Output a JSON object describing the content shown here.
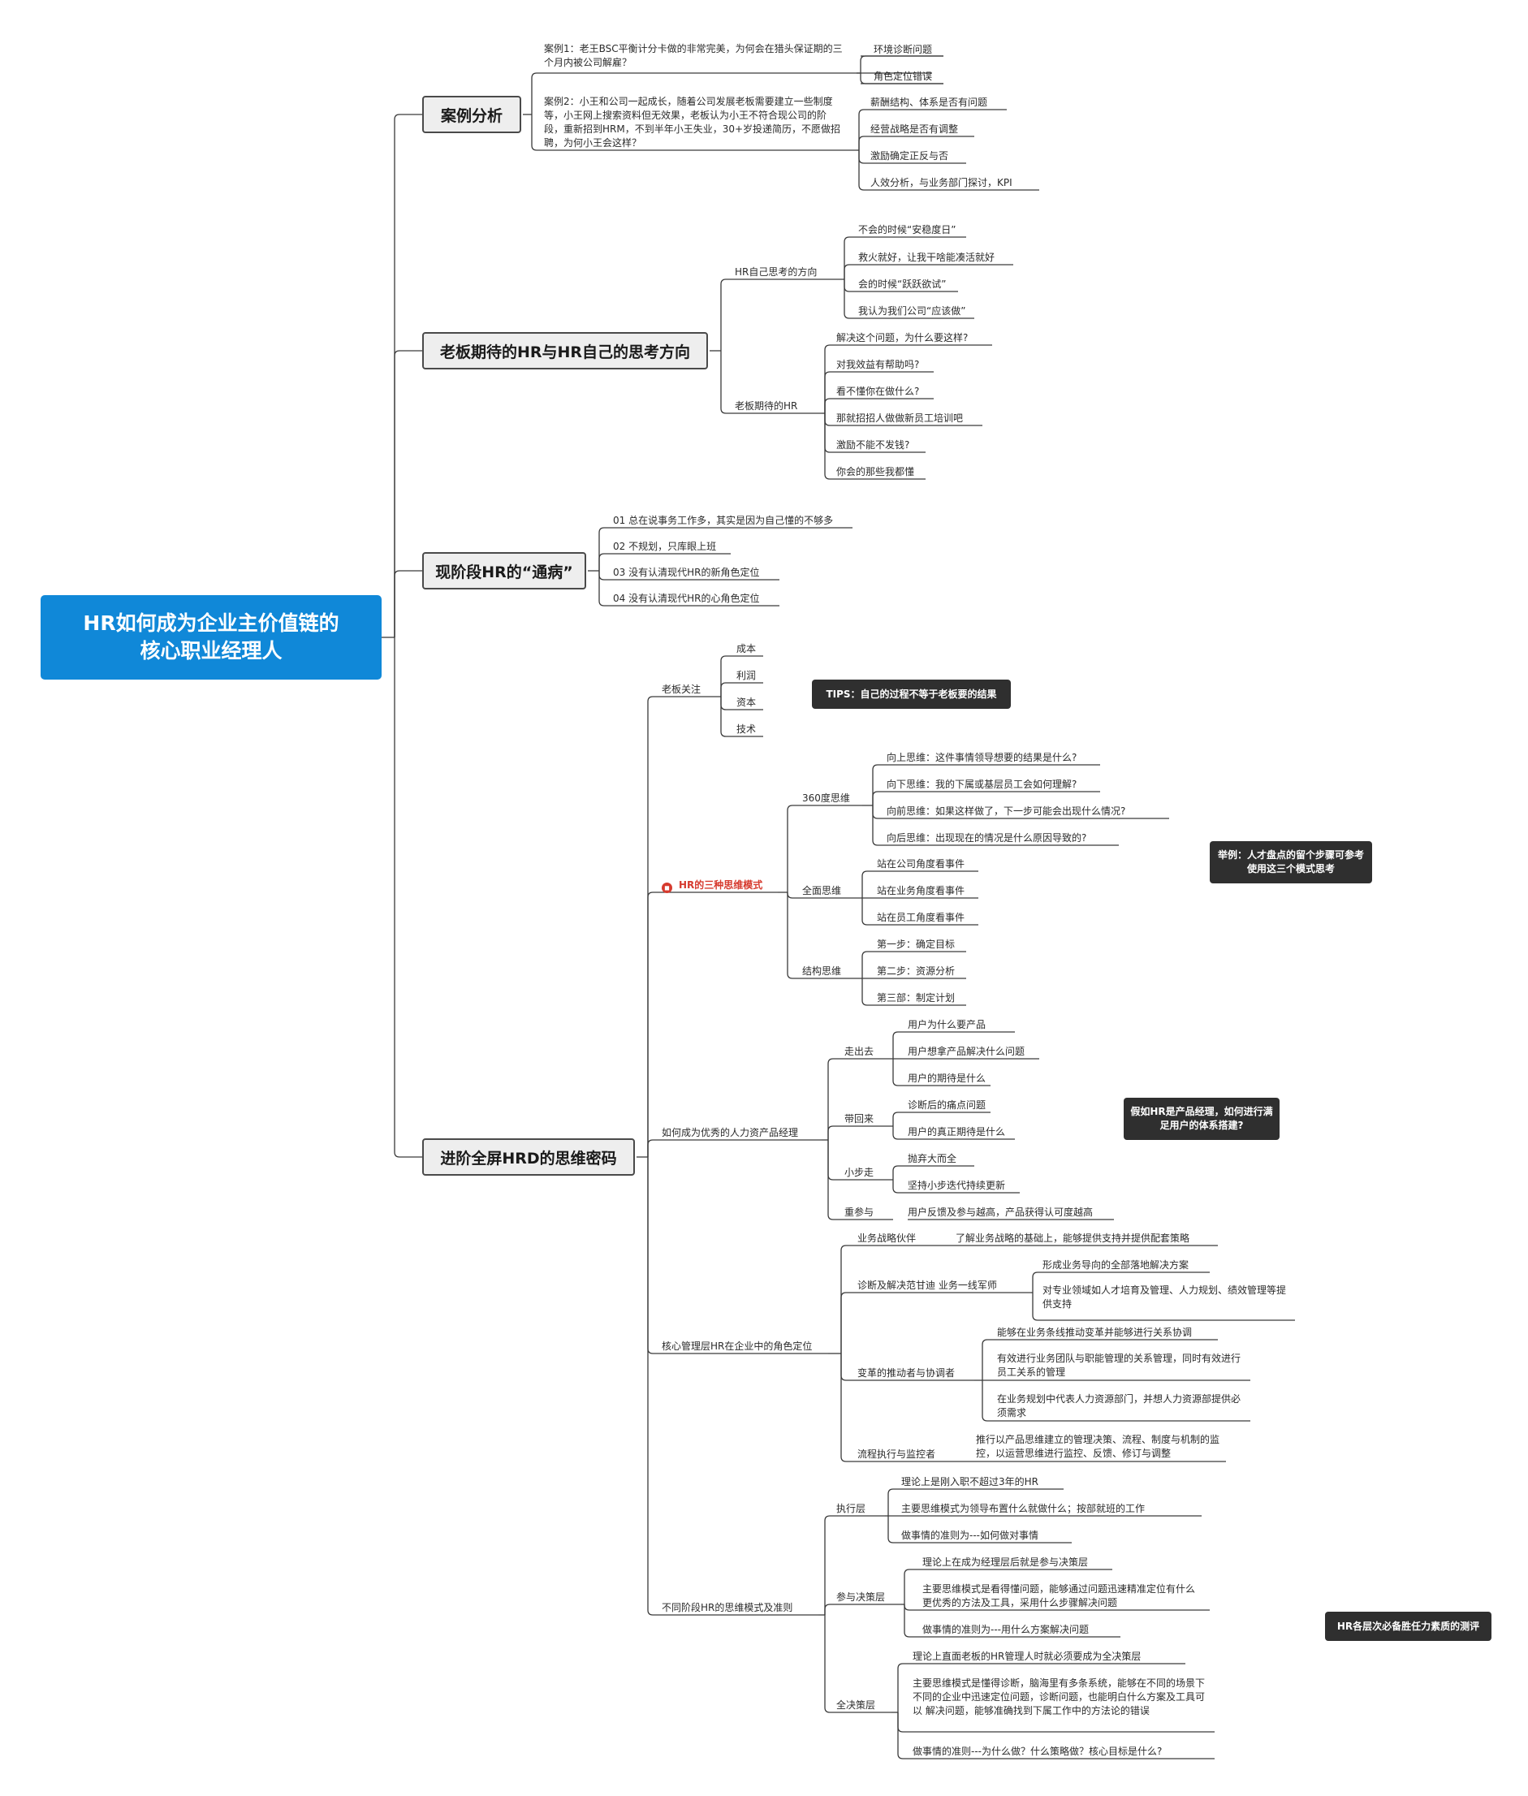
{
  "root": {
    "line1": "HR如何成为企业主价值链的",
    "line2": "核心职业经理人"
  },
  "s1": {
    "title": "案例分析",
    "case1": "案例1：老王BSC平衡计分卡做的非常完美，为何会在猎头保证期的三个月内被公司解雇？",
    "case1_items": [
      "环境诊断问题",
      "角色定位错误"
    ],
    "case2": "案例2：小王和公司一起成长，随着公司发展老板需要建立一些制度等，小王网上搜索资料但无效果，老板认为小王不符合现公司的阶段，重新招到HRM，不到半年小王失业，30+岁投递简历，不愿做招聘，为何小王会这样？",
    "case2_items": [
      "薪酬结构、体系是否有问题",
      "经营战略是否有调整",
      "激励确定正反与否",
      "人效分析，与业务部门探讨，KPI"
    ]
  },
  "s2": {
    "title": "老板期待的HR与HR自己的思考方向",
    "hr_self": "HR自己思考的方向",
    "hr_self_items": [
      "不会的时候“安稳度日”",
      "救火就好，让我干啥能凑活就好",
      "会的时候“跃跃欲试”",
      "我认为我们公司“应该做”"
    ],
    "boss": "老板期待的HR",
    "boss_items": [
      "解决这个问题，为什么要这样?",
      "对我效益有帮助吗?",
      "看不懂你在做什么?",
      "那就招招人做做新员工培训吧",
      "激励不能不发钱?",
      "你会的那些我都懂"
    ]
  },
  "s3": {
    "title": "现阶段HR的“通病”",
    "items": [
      "01 总在说事务工作多，其实是因为自己懂的不够多",
      "02 不规划，只库眼上班",
      "03 没有认清现代HR的新角色定位",
      "04 没有认清现代HR的心角色定位"
    ]
  },
  "s4": {
    "title": "进阶全屏HRD的思维密码",
    "boss_focus": "老板关注",
    "boss_focus_items": [
      "成本",
      "利润",
      "资本",
      "技术"
    ],
    "tips": "TIPS：自己的过程不等于老板要的结果",
    "modes": "HR的三种思维模式",
    "m360": "360度思维",
    "m360_items": [
      "向上思维：这件事情领导想要的结果是什么?",
      "向下思维：我的下属或基层员工会如何理解?",
      "向前思维：如果这样做了，下一步可能会出现什么情况?",
      "向后思维：出现现在的情况是什么原因导致的?"
    ],
    "mall": "全面思维",
    "mall_items": [
      "站在公司角度看事件",
      "站在业务角度看事件",
      "站在员工角度看事件"
    ],
    "mstruct": "结构思维",
    "mstruct_items": [
      "第一步：确定目标",
      "第二步：资源分析",
      "第三部：制定计划"
    ],
    "example": "举例：人才盘点的留个步骤可参考使用这三个模式思考",
    "product": "如何成为优秀的人力资产品经理",
    "go_out": "走出去",
    "go_out_items": [
      "用户为什么要产品",
      "用户想拿产品解决什么问题",
      "用户的期待是什么"
    ],
    "bring_back": "带回来",
    "bring_back_items": [
      "诊断后的痛点问题",
      "用户的真正期待是什么"
    ],
    "small_step": "小步走",
    "small_step_items": [
      "抛弃大而全",
      "坚持小步迭代持续更新"
    ],
    "participate": "重参与",
    "participate_item": "用户反馈及参与越高，产品获得认可度越高",
    "product_note": "假如HR是产品经理，如何进行满足用户的体系搭建?",
    "core": "核心管理层HR在企业中的角色定位",
    "partner": "业务战略伙伴",
    "partner_item": "了解业务战略的基础上，能够提供支持并提供配套策略",
    "diag": "诊断及解决范甘迪 业务一线军师",
    "diag_items": [
      "形成业务导向的全部落地解决方案",
      "对专业领域如人才培育及管理、人力规划、绩效管理等提供支持"
    ],
    "change": "变革的推动者与协调者",
    "change_items": [
      "能够在业务条线推动变革并能够进行关系协调",
      "有效进行业务团队与职能管理的关系管理，同时有效进行员工关系的管理",
      "在业务规划中代表人力资源部门，并想人力资源部提供必须需求"
    ],
    "flow": "流程执行与监控者",
    "flow_item": "推行以产品思维建立的管理决策、流程、制度与机制的监控，以运营思维进行监控、反馈、修订与调整",
    "stages": "不同阶段HR的思维模式及准则",
    "exec": "执行层",
    "exec_items": [
      "理论上是刚入职不超过3年的HR",
      "主要思维模式为领导布置什么就做什么；按部就班的工作",
      "做事情的准则为---如何做对事情"
    ],
    "decide": "参与决策层",
    "decide_items": [
      "理论上在成为经理层后就是参与决策层",
      "主要思维模式是看得懂问题，能够通过问题迅速精准定位有什么更优秀的方法及工具，采用什么步骤解决问题",
      "做事情的准则为---用什么方案解决问题"
    ],
    "full": "全决策层",
    "full_items": [
      "理论上直面老板的HR管理人时就必须要成为全决策层",
      "主要思维模式是懂得诊断，脑海里有多条系统，能够在不同的场景下不同的企业中迅速定位问题，诊断问题，也能明白什么方案及工具可以 解决问题，能够准确找到下属工作中的方法论的错误",
      "做事情的准则---为什么做？什么策略做？核心目标是什么?"
    ],
    "eval": "HR各层次必备胜任力素质的测评"
  }
}
